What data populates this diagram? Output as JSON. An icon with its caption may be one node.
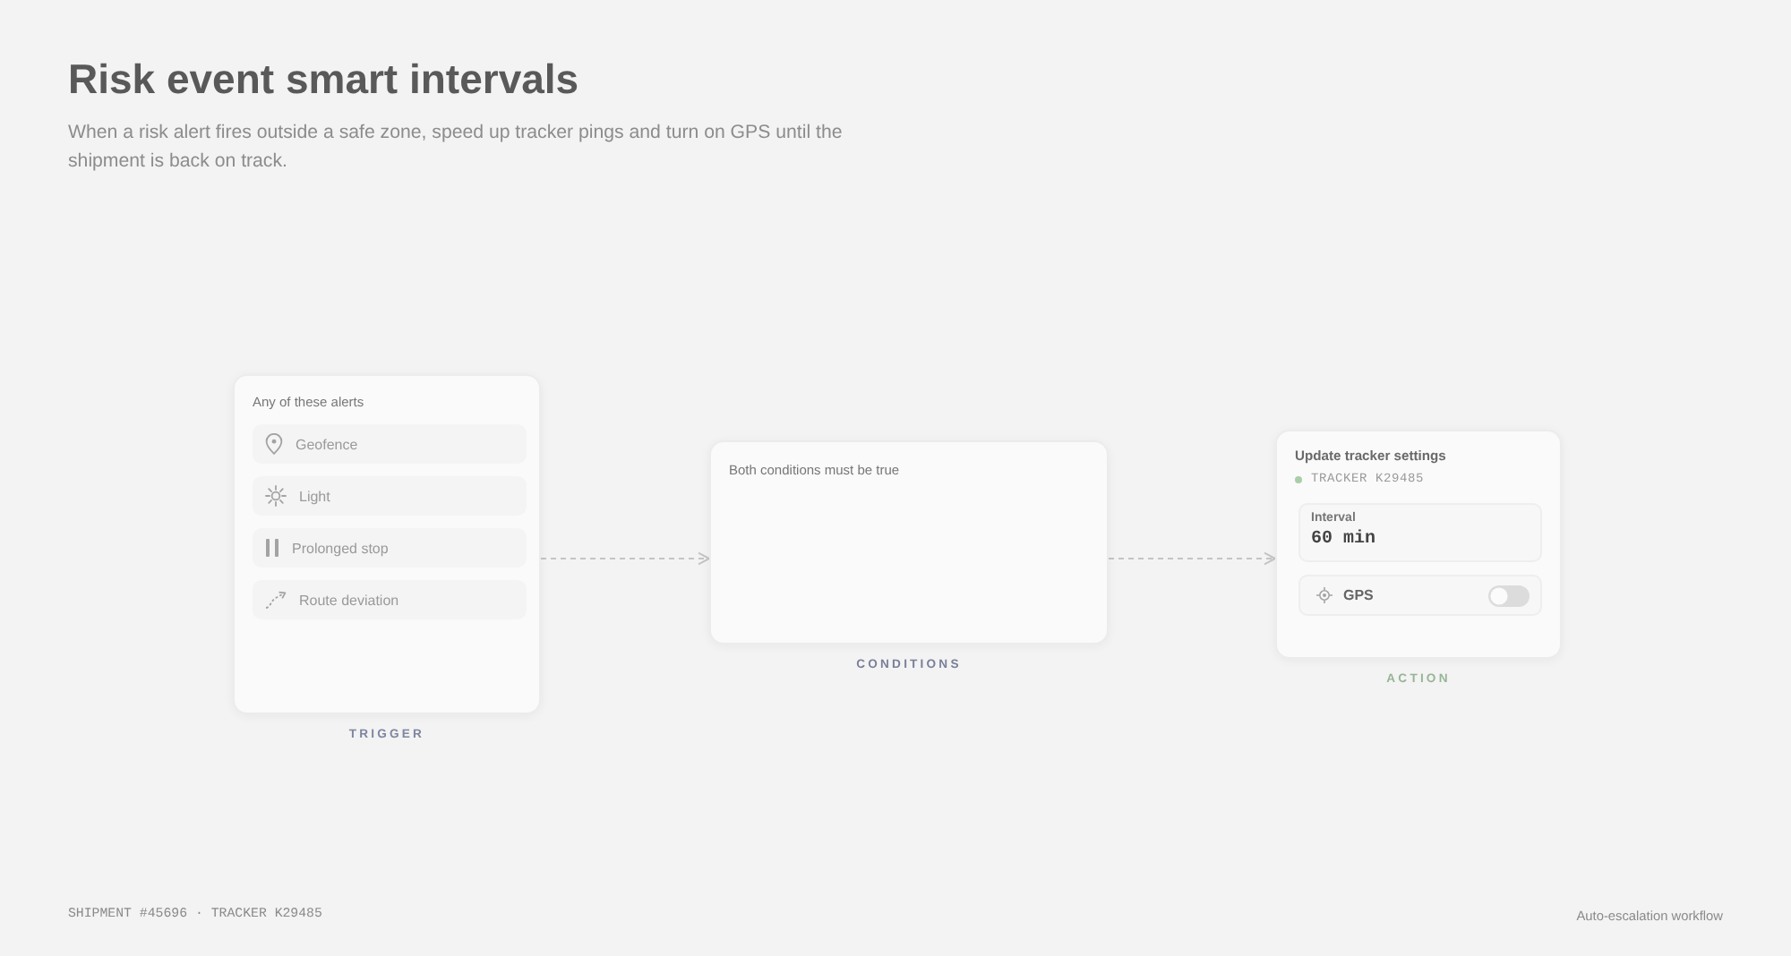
{
  "diagram": {
    "title": "Risk event smart intervals",
    "caption": "When a risk alert fires outside a safe zone, speed up tracker pings and turn on GPS until the shipment is back on track.",
    "nodes": [
      {
        "text": [
          "Any of these alerts"
        ],
        "beside": [
          "TRIGGER"
        ]
      },
      {
        "text": [
          "Geofence"
        ],
        "in": 0
      },
      {
        "text": [
          "Light"
        ],
        "in": 0
      },
      {
        "text": [
          "Prolonged stop"
        ],
        "in": 0
      },
      {
        "text": [
          "Route deviation"
        ],
        "in": 0
      },
      {
        "text": [
          "Both conditions must be true"
        ],
        "beside": [
          "CONDITIONS"
        ]
      },
      {
        "text": [
          "Update tracker settings",
          "TRACKER K29485"
        ],
        "beside": [
          "ACTION"
        ]
      },
      {
        "text": [
          "Interval",
          "60 min"
        ],
        "in": 6
      },
      {
        "text": [
          "GPS"
        ],
        "in": 6
      }
    ],
    "edges": [
      {
        "from": 0,
        "to": 5,
        "arrow": "to",
        "style": "dashed"
      },
      {
        "from": 5,
        "to": 6,
        "arrow": "to",
        "style": "dashed"
      }
    ],
    "labels": [
      "SHIPMENT #45696 · TRACKER K29485",
      "Auto-escalation workflow"
    ]
  }
}
